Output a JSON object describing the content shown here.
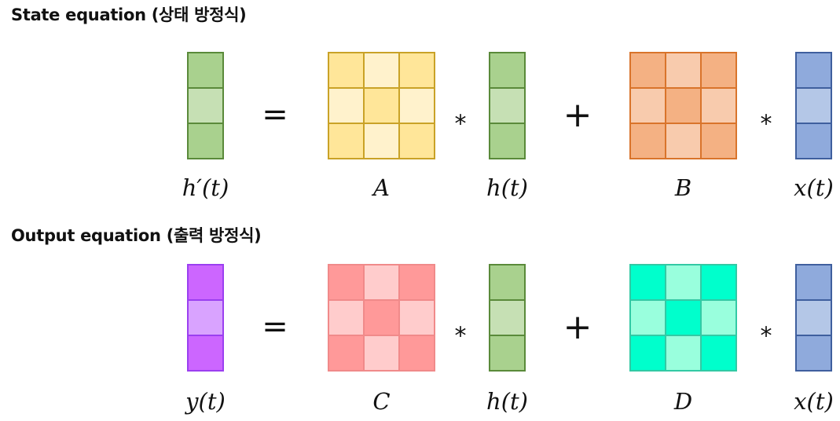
{
  "headings": {
    "state": "State equation (상태 방정식)",
    "output": "Output equation (출력 방정식)"
  },
  "equations": [
    {
      "operators": [
        "=",
        "*",
        "+",
        "*"
      ],
      "terms": [
        {
          "label": "h′(t)",
          "kind": "column",
          "stroke": "#5a8a3a",
          "fills": [
            "#a9d18e",
            "#c6e0b4",
            "#a9d18e"
          ]
        },
        {
          "label": "A",
          "kind": "matrix",
          "stroke": "#c9a227",
          "fills": [
            "#ffe699",
            "#fff2cc",
            "#ffe699",
            "#fff2cc",
            "#ffe699",
            "#fff2cc",
            "#ffe699",
            "#fff2cc",
            "#ffe699"
          ]
        },
        {
          "label": "h(t)",
          "kind": "column",
          "stroke": "#5a8a3a",
          "fills": [
            "#a9d18e",
            "#c6e0b4",
            "#a9d18e"
          ]
        },
        {
          "label": "B",
          "kind": "matrix",
          "stroke": "#d9742b",
          "fills": [
            "#f4b183",
            "#f8cbad",
            "#f4b183",
            "#f8cbad",
            "#f4b183",
            "#f8cbad",
            "#f4b183",
            "#f8cbad",
            "#f4b183"
          ]
        },
        {
          "label": "x(t)",
          "kind": "column",
          "stroke": "#3f5f9e",
          "fills": [
            "#8faadc",
            "#b4c7e7",
            "#8faadc"
          ]
        }
      ]
    },
    {
      "operators": [
        "=",
        "*",
        "+",
        "*"
      ],
      "terms": [
        {
          "label": "y(t)",
          "kind": "column",
          "stroke": "#9b3ff0",
          "fills": [
            "#cc66ff",
            "#d9a3ff",
            "#cc66ff"
          ]
        },
        {
          "label": "C",
          "kind": "matrix",
          "stroke": "#f08a8a",
          "fills": [
            "#ff9999",
            "#ffcccc",
            "#ff9999",
            "#ffcccc",
            "#ff9999",
            "#ffcccc",
            "#ff9999",
            "#ffcccc",
            "#ff9999"
          ]
        },
        {
          "label": "h(t)",
          "kind": "column",
          "stroke": "#5a8a3a",
          "fills": [
            "#a9d18e",
            "#c6e0b4",
            "#a9d18e"
          ]
        },
        {
          "label": "D",
          "kind": "matrix",
          "stroke": "#33c9a4",
          "fills": [
            "#00ffcc",
            "#99ffdd",
            "#00ffcc",
            "#99ffdd",
            "#00ffcc",
            "#99ffdd",
            "#00ffcc",
            "#99ffdd",
            "#00ffcc"
          ]
        },
        {
          "label": "x(t)",
          "kind": "column",
          "stroke": "#3f5f9e",
          "fills": [
            "#8faadc",
            "#b4c7e7",
            "#8faadc"
          ]
        }
      ]
    }
  ]
}
